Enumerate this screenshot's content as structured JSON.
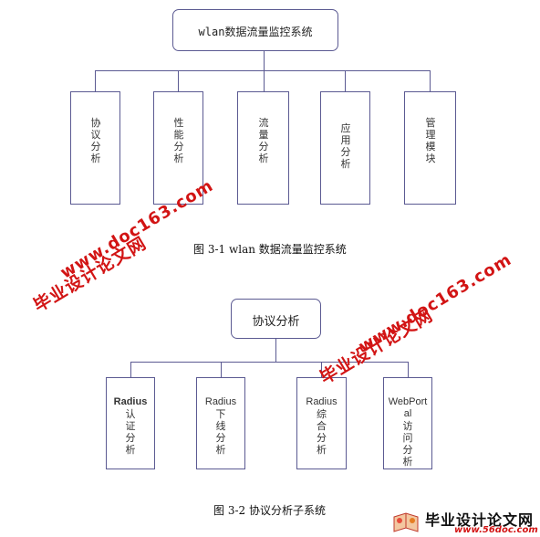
{
  "figure1": {
    "root": "wlan数据流量监控系统",
    "children": [
      "协议分析",
      "性能分析",
      "流量分析",
      "应用分析",
      "管理模块"
    ],
    "caption": "图 3-1    wlan 数据流量监控系统"
  },
  "figure2": {
    "root": "协议分析",
    "children": [
      {
        "line1": "Radius",
        "rest": "认证分析"
      },
      {
        "line1": "Radius",
        "rest": "下线分析"
      },
      {
        "line1": "Radius",
        "rest": "综合分析"
      },
      {
        "line1": "WebPort",
        "line2": "al",
        "rest": "访问分析"
      }
    ],
    "caption": "图 3-2  协议分析子系统"
  },
  "watermarks": {
    "site_cn": "毕业设计论文网",
    "url1": "www.doc163.com",
    "url2": "www.doc163.com"
  },
  "footer": {
    "title": "毕业设计论文网",
    "url": "www.56doc.com"
  },
  "colors": {
    "line": "#5b5a92",
    "watermark": "#d21414"
  }
}
